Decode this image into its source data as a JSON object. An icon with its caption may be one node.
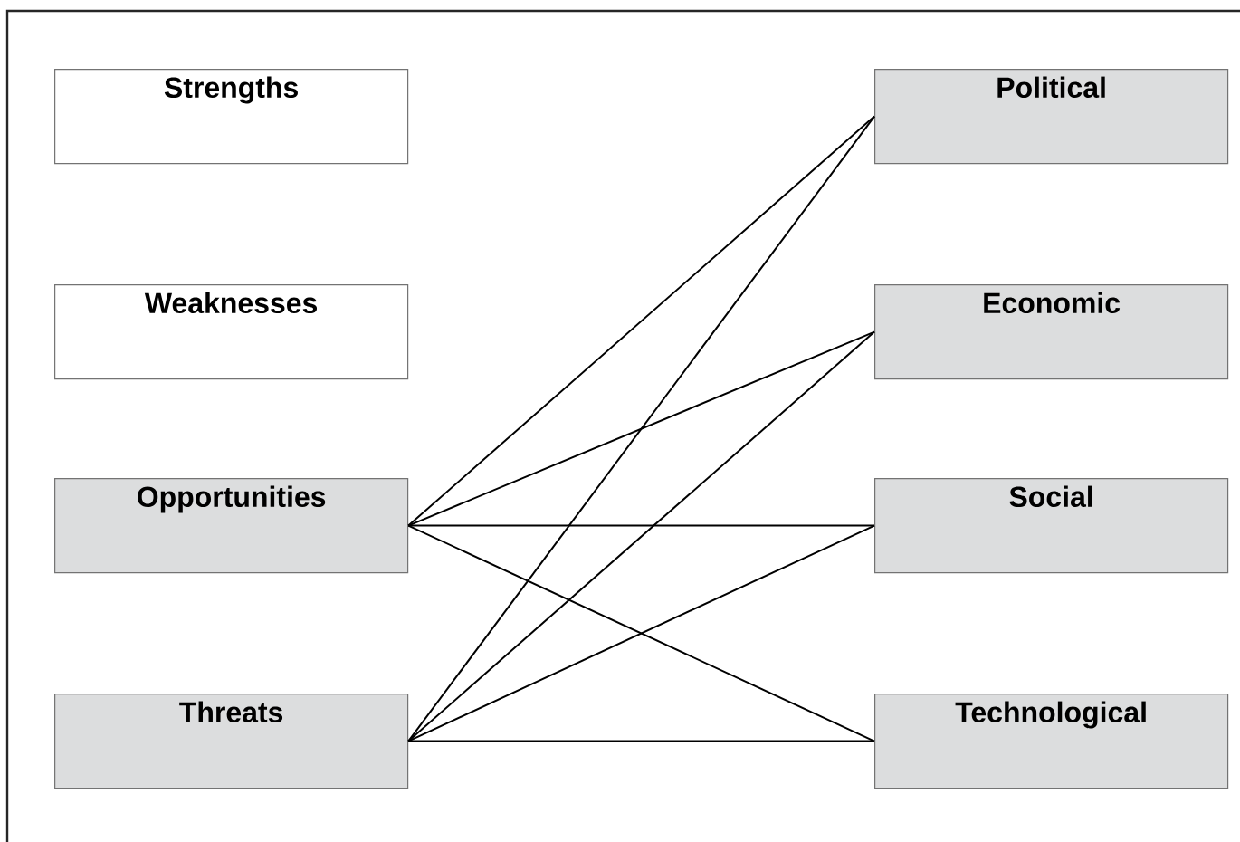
{
  "diagram": {
    "nodes": [
      {
        "text": [
          "Strengths"
        ]
      },
      {
        "text": [
          "Weaknesses"
        ]
      },
      {
        "text": [
          "Opportunities"
        ]
      },
      {
        "text": [
          "Threats"
        ]
      },
      {
        "text": [
          "Political"
        ]
      },
      {
        "text": [
          "Economic"
        ]
      },
      {
        "text": [
          "Social"
        ]
      },
      {
        "text": [
          "Technological"
        ]
      }
    ],
    "edges": [
      {
        "from": 2,
        "to": 4,
        "arrow": "none"
      },
      {
        "from": 2,
        "to": 5,
        "arrow": "none"
      },
      {
        "from": 2,
        "to": 6,
        "arrow": "none"
      },
      {
        "from": 2,
        "to": 7,
        "arrow": "none"
      },
      {
        "from": 3,
        "to": 4,
        "arrow": "none"
      },
      {
        "from": 3,
        "to": 5,
        "arrow": "none"
      },
      {
        "from": 3,
        "to": 6,
        "arrow": "none"
      },
      {
        "from": 3,
        "to": 7,
        "arrow": "none"
      }
    ]
  }
}
